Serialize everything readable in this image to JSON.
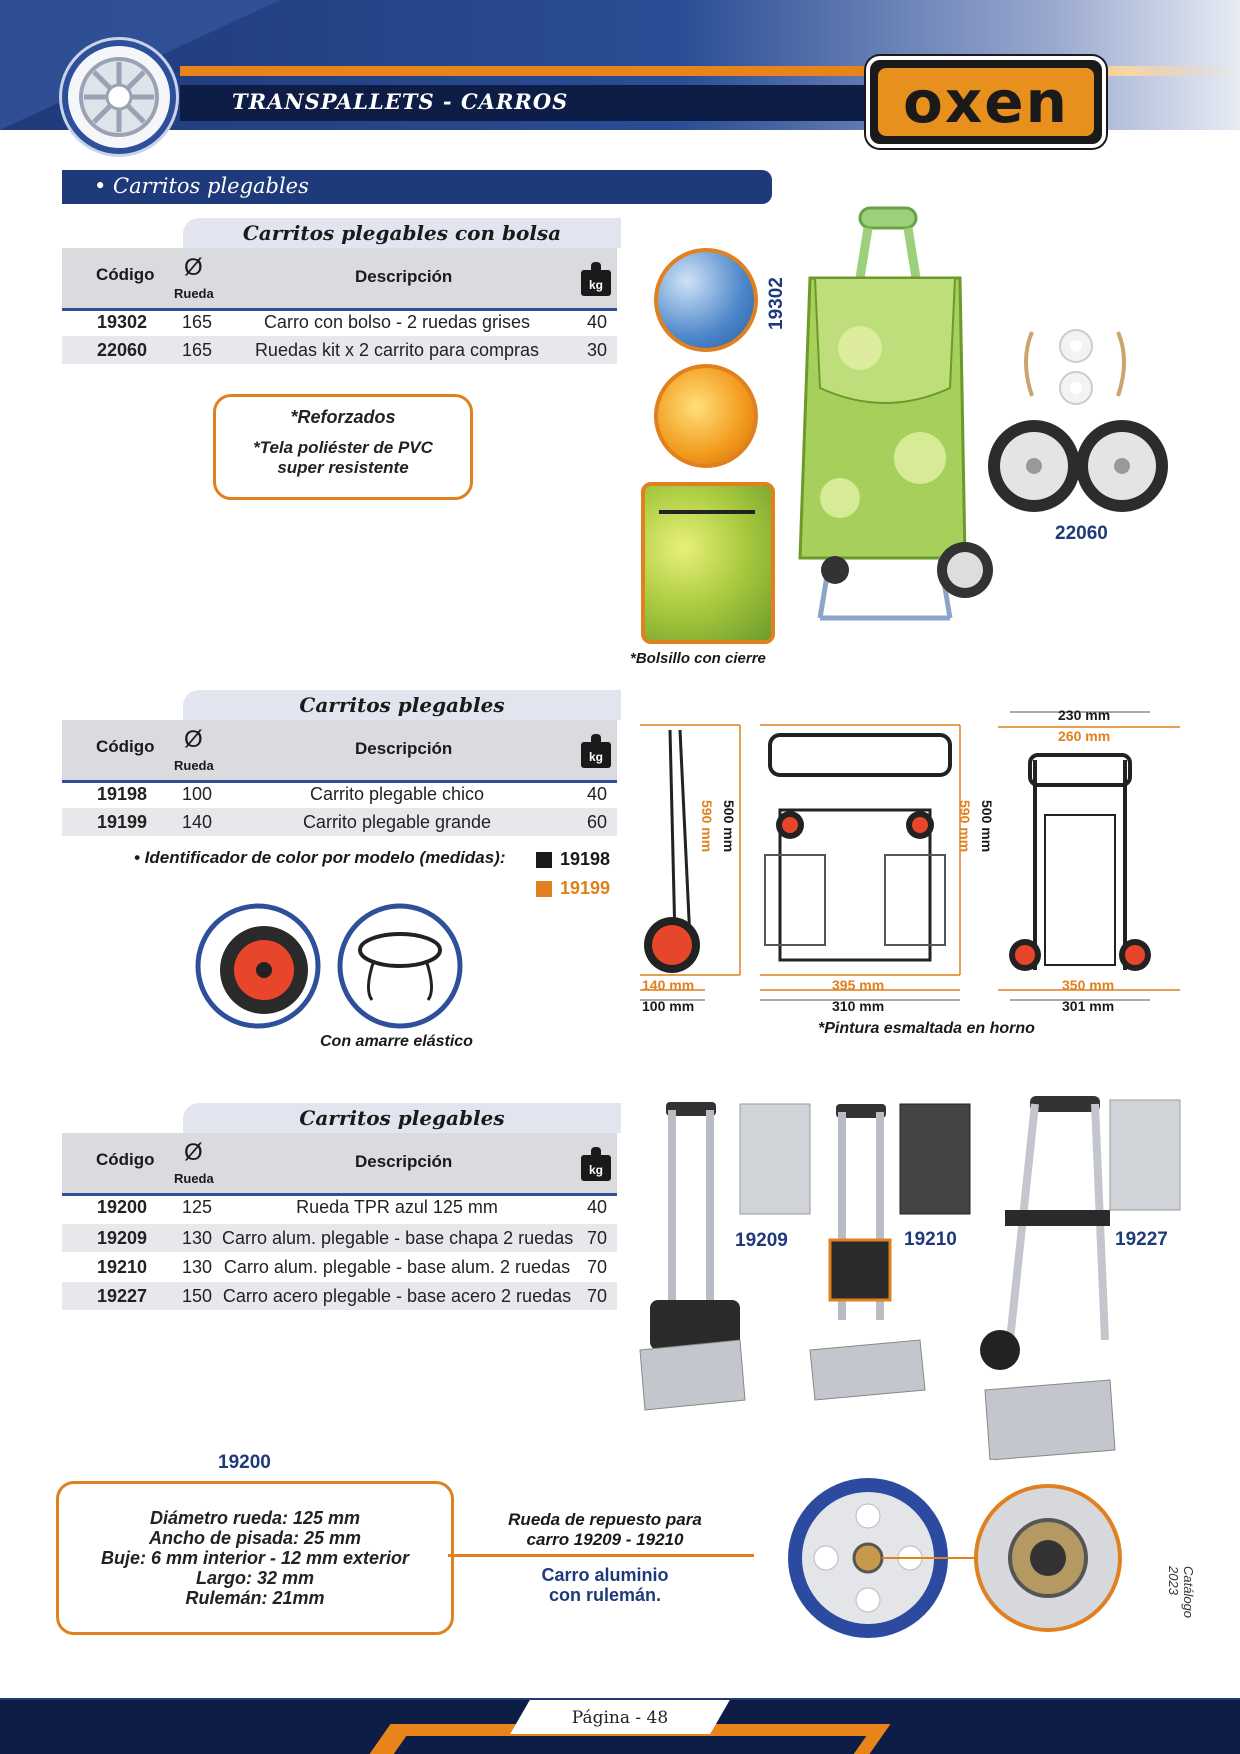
{
  "header": {
    "section": "TRANSPALLETS - CARROS",
    "brand": "oxen"
  },
  "section_title": "• Carritos plegables",
  "table_headers": {
    "code": "Código",
    "diameter_symbol": "Ø",
    "diameter_sub": "Rueda",
    "description": "Descripción",
    "kg": "kg"
  },
  "block1": {
    "title": "Carritos plegables con bolsa",
    "rows": [
      {
        "code": "19302",
        "dia": "165",
        "desc": "Carro con bolso - 2 ruedas grises",
        "kg": "40"
      },
      {
        "code": "22060",
        "dia": "165",
        "desc": "Ruedas kit x 2 carrito para compras",
        "kg": "30"
      }
    ],
    "note_line1": "*Reforzados",
    "note_line2": "*Tela poliéster de PVC",
    "note_line3": "super resistente",
    "caption_pocket": "*Bolsillo con cierre",
    "label_19302": "19302",
    "label_22060": "22060"
  },
  "block2": {
    "title": "Carritos plegables",
    "rows": [
      {
        "code": "19198",
        "dia": "100",
        "desc": "Carrito plegable chico",
        "kg": "40"
      },
      {
        "code": "19199",
        "dia": "140",
        "desc": "Carrito plegable grande",
        "kg": "60"
      }
    ],
    "identifier": "• Identificador de color por modelo (medidas):",
    "id_black": "19198",
    "id_orange": "19199",
    "caption_elastic": "Con amarre elástico",
    "caption_paint": "*Pintura esmaltada en horno",
    "dims": {
      "h_or_1": "590 mm",
      "h_bk_1": "500 mm",
      "h_or_2": "590 mm",
      "h_bk_2": "500 mm",
      "w1_or": "140 mm",
      "w1_bk": "100 mm",
      "w2_or": "395 mm",
      "w2_bk": "310 mm",
      "w3_or": "350 mm",
      "w3_bk": "301 mm",
      "top_bk": "230 mm",
      "top_or": "260 mm"
    }
  },
  "block3": {
    "title": "Carritos plegables",
    "rows": [
      {
        "code": "19200",
        "dia": "125",
        "desc": "Rueda TPR azul 125 mm",
        "kg": "40"
      },
      {
        "code": "19209",
        "dia": "130",
        "desc": "Carro alum. plegable - base chapa 2 ruedas",
        "kg": "70"
      },
      {
        "code": "19210",
        "dia": "130",
        "desc": "Carro alum. plegable - base alum. 2 ruedas",
        "kg": "70"
      },
      {
        "code": "19227",
        "dia": "150",
        "desc": "Carro acero plegable - base acero 2 ruedas",
        "kg": "70"
      }
    ],
    "label_19209": "19209",
    "label_19210": "19210",
    "label_19227": "19227",
    "label_19200": "19200",
    "spec_lines": [
      "Diámetro rueda: 125 mm",
      "Ancho de pisada: 25 mm",
      "Buje: 6 mm interior - 12 mm exterior",
      "Largo: 32 mm",
      "Rulemán: 21mm"
    ],
    "spare_line1": "Rueda de repuesto para",
    "spare_line2": "carro 19209 - 19210",
    "alu_line1": "Carro aluminio",
    "alu_line2": "con rulemán."
  },
  "side_text": "Catálogo 2023",
  "footer": {
    "page": "Página - 48"
  }
}
